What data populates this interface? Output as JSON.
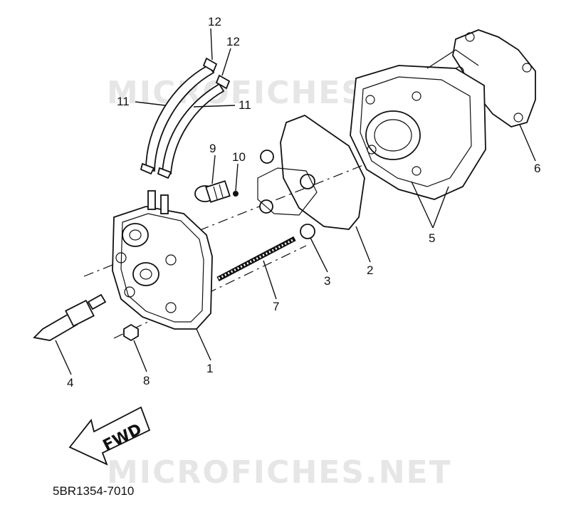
{
  "watermark": "MICROFICHES.NET",
  "diagram_code": "5BR1354-7010",
  "fwd_label": "FWD",
  "callouts": {
    "c1": "1",
    "c2": "2",
    "c3": "3",
    "c4": "4",
    "c5": "5",
    "c6": "6",
    "c7": "7",
    "c8": "8",
    "c9": "9",
    "c10": "10",
    "c11a": "11",
    "c11b": "11",
    "c12a": "12",
    "c12b": "12"
  }
}
